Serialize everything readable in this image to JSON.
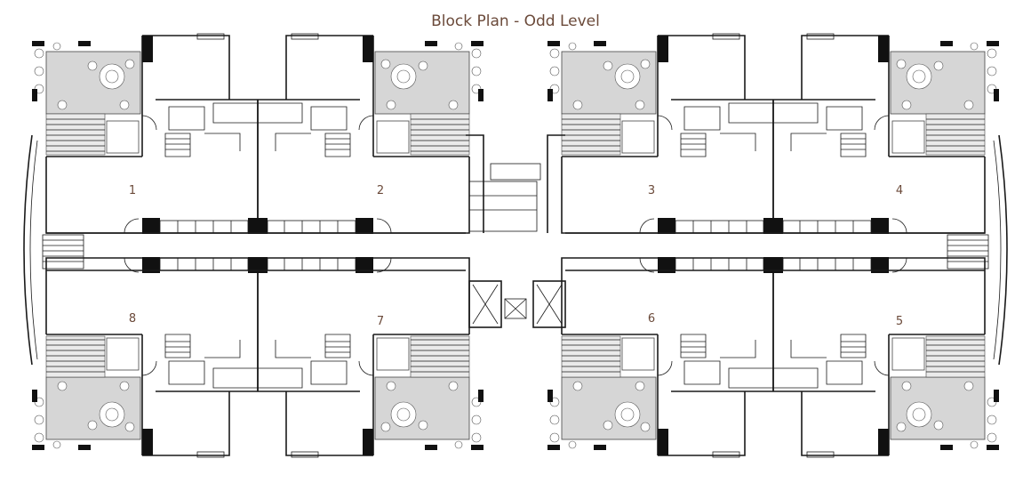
{
  "title": "Block Plan - Odd Level",
  "units": [
    {
      "label": "1"
    },
    {
      "label": "2"
    },
    {
      "label": "3"
    },
    {
      "label": "4"
    },
    {
      "label": "5"
    },
    {
      "label": "6"
    },
    {
      "label": "7"
    },
    {
      "label": "8"
    }
  ],
  "colors": {
    "title": "#6b4a3a",
    "wall": "#1a1a1a",
    "terrace": "#d6d6d6"
  }
}
